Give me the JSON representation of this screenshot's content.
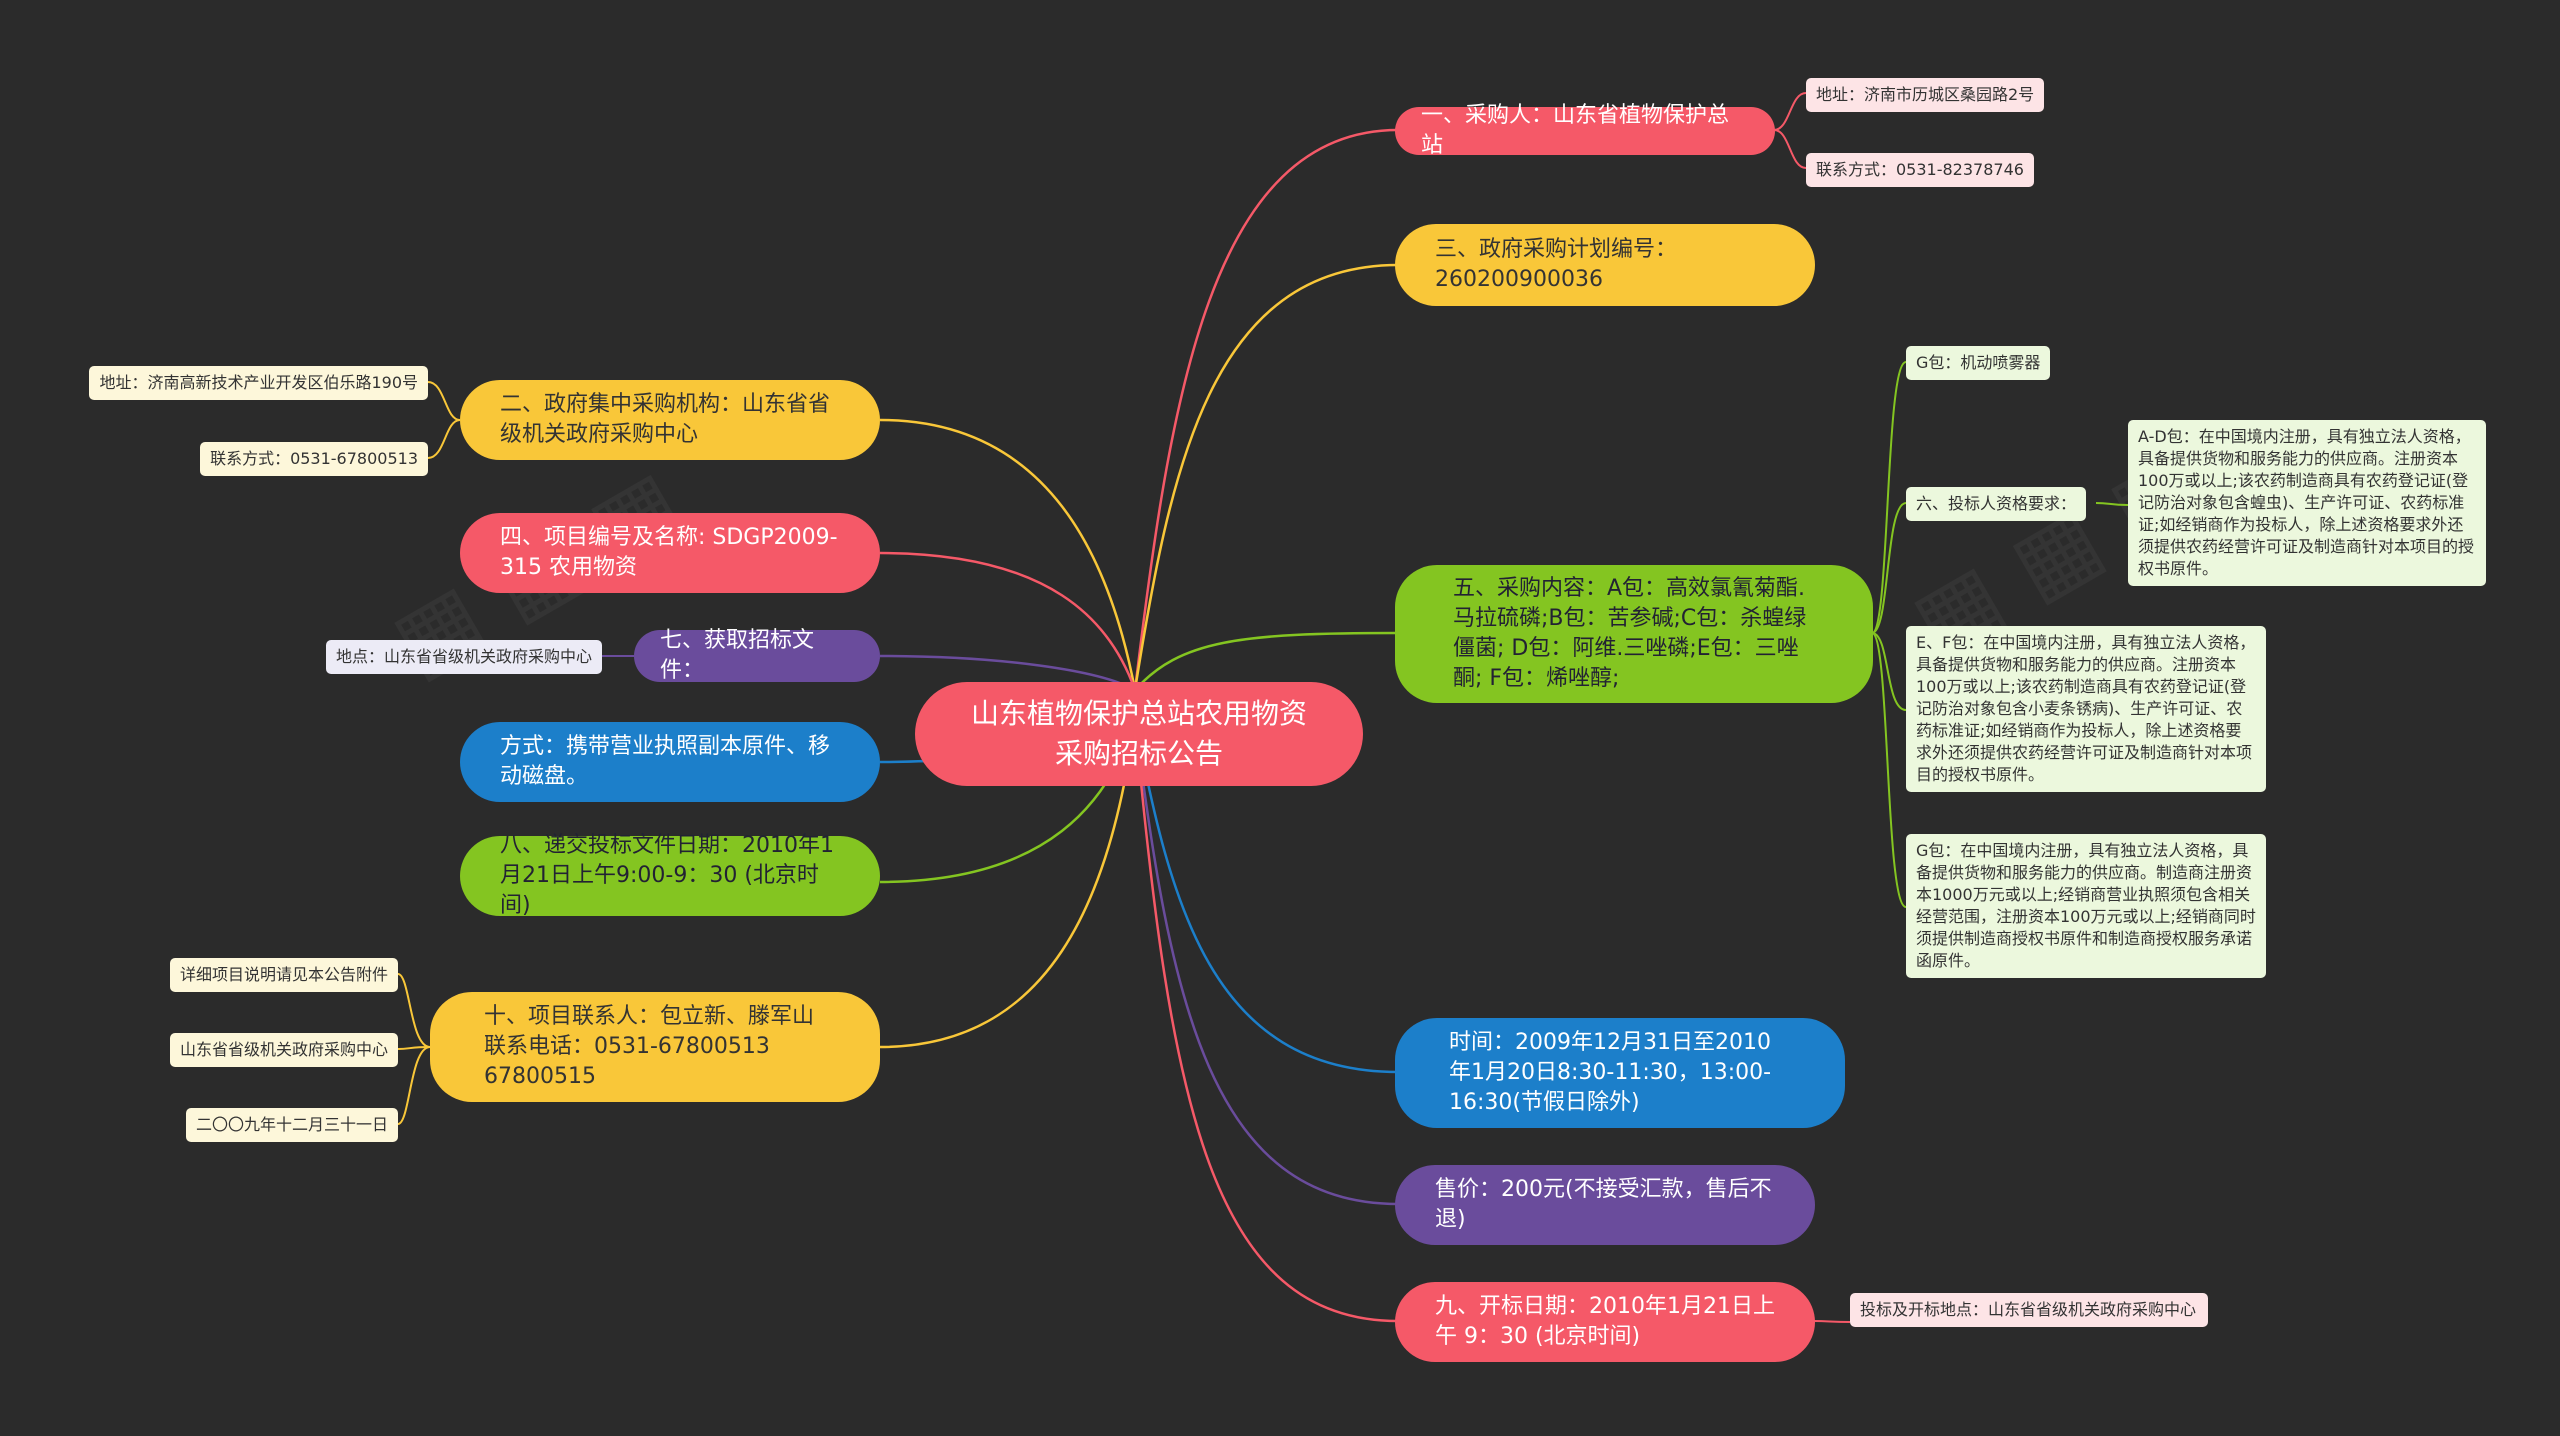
{
  "colors": {
    "background": "#2b2b2b",
    "red": "#f55968",
    "yellow": "#f9c739",
    "green": "#84c521",
    "blue": "#1c7fca",
    "purple": "#6a4c9c"
  },
  "root": {
    "text": "山东植物保护总站农用物资采购招标公告"
  },
  "branches": {
    "b1": {
      "text": "一、采购人：山东省植物保护总站",
      "tags": [
        "地址：济南市历城区桑园路2号",
        "联系方式：0531-82378746"
      ]
    },
    "b3": {
      "text": "三、政府采购计划编号：260200900036"
    },
    "b5": {
      "text": "五、采购内容：A包：高效氯氰菊酯.马拉硫磷;B包：苦参碱;C包：杀蝗绿僵菌; D包：阿维.三唑磷;E包：三唑酮; F包：烯唑醇;",
      "tags": {
        "g_sprayer": "G包：机动喷雾器",
        "req_label": "六、投标人资格要求：",
        "req_ad": "A-D包：在中国境内注册，具有独立法人资格，具备提供货物和服务能力的供应商。注册资本100万或以上;该农药制造商具有农药登记证(登记防治对象包含蝗虫)、生产许可证、农药标准证;如经销商作为投标人，除上述资格要求外还须提供农药经营许可证及制造商针对本项目的授权书原件。",
        "req_ef": "E、F包：在中国境内注册，具有独立法人资格，具备提供货物和服务能力的供应商。注册资本100万或以上;该农药制造商具有农药登记证(登记防治对象包含小麦条锈病)、生产许可证、农药标准证;如经销商作为投标人，除上述资格要求外还须提供农药经营许可证及制造商针对本项目的授权书原件。",
        "req_g": "G包：在中国境内注册，具有独立法人资格，具备提供货物和服务能力的供应商。制造商注册资本1000万元或以上;经销商营业执照须包含相关经营范围，注册资本100万元或以上;经销商同时须提供制造商授权书原件和制造商授权服务承诺函原件。"
      }
    },
    "time": {
      "text": "时间：2009年12月31日至2010年1月20日8:30-11:30，13:00-16:30(节假日除外)"
    },
    "price": {
      "text": "售价：200元(不接受汇款，售后不退)"
    },
    "b9": {
      "text": "九、开标日期：2010年1月21日上午 9：30 (北京时间)",
      "tags": [
        "投标及开标地点：山东省省级机关政府采购中心"
      ]
    },
    "b2": {
      "text": "二、政府集中采购机构：山东省省级机关政府采购中心",
      "tags": [
        "地址：济南高新技术产业开发区伯乐路190号",
        "联系方式：0531-67800513"
      ]
    },
    "b4": {
      "text": "四、项目编号及名称: SDGP2009-315 农用物资"
    },
    "b7": {
      "text": "七、获取招标文件：",
      "tags": [
        "地点：山东省省级机关政府采购中心"
      ]
    },
    "method": {
      "text": "方式：携带营业执照副本原件、移动磁盘。"
    },
    "b8": {
      "text": "八、递交投标文件日期：2010年1月21日上午9:00-9：30 (北京时间)"
    },
    "b10": {
      "text": "十、项目联系人：包立新、滕军山 联系电话：0531-67800513 67800515",
      "tags": [
        "详细项目说明请见本公告附件",
        "山东省省级机关政府采购中心",
        "二〇〇九年十二月三十一日"
      ]
    }
  }
}
